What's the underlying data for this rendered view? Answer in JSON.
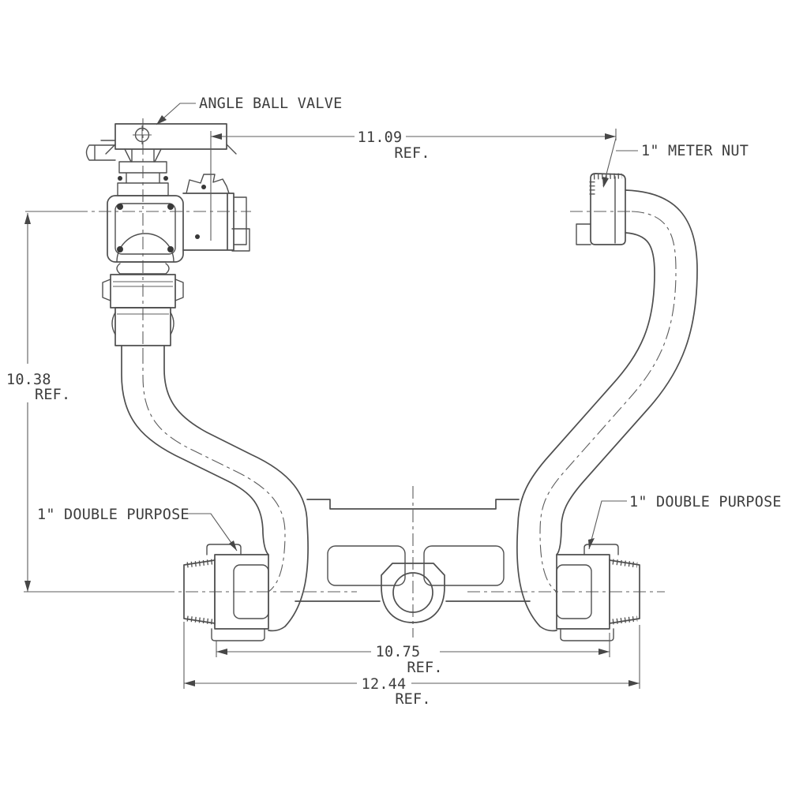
{
  "drawing": {
    "labels": {
      "angle_ball_valve": "ANGLE BALL VALVE",
      "meter_nut": "1\" METER NUT",
      "double_purpose_left": "1\" DOUBLE PURPOSE",
      "double_purpose_right": "1\" DOUBLE PURPOSE"
    },
    "dimensions": {
      "top_span": {
        "value": "11.09",
        "suffix": "REF."
      },
      "vertical": {
        "value": "10.38",
        "suffix": "REF."
      },
      "inner_span": {
        "value": "10.75",
        "suffix": "REF."
      },
      "overall_span": {
        "value": "12.44",
        "suffix": "REF."
      }
    },
    "colors": {
      "line": "#4f4f4f",
      "text": "#3d3d3d",
      "background": "#ffffff"
    }
  }
}
